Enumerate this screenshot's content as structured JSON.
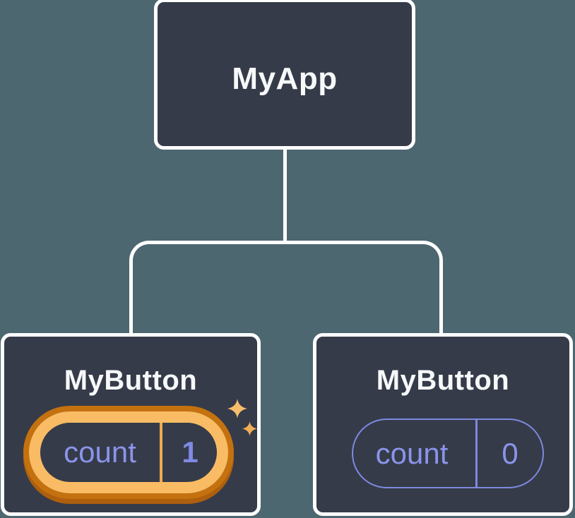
{
  "diagram": {
    "title": "component-state-tree",
    "colors": {
      "background": "#4D6770",
      "node_fill": "#353B49",
      "node_border": "#FFFFFF",
      "label_text": "#F7F8F9",
      "state_text": "#8A94EA",
      "highlight_gold": "#F9BC64",
      "highlight_orange_dark": "#C4710F",
      "sparkle_gold": "#F6BD6B"
    },
    "root": {
      "label": "MyApp"
    },
    "children": [
      {
        "label": "MyButton",
        "highlighted": true,
        "state": {
          "name": "count",
          "value": "1"
        }
      },
      {
        "label": "MyButton",
        "highlighted": false,
        "state": {
          "name": "count",
          "value": "0"
        }
      }
    ]
  }
}
